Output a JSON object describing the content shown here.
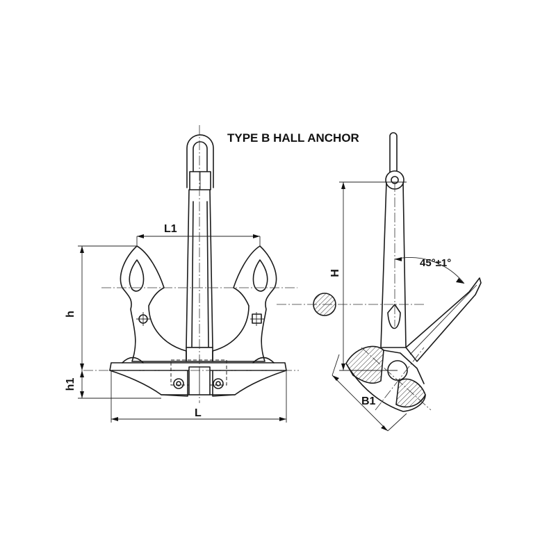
{
  "title": "TYPE B HALL ANCHOR",
  "dimensions": {
    "L": "L",
    "L1": "L1",
    "h": "h",
    "h1": "h1",
    "H": "H",
    "B1": "B1",
    "angle": "45°±1°"
  }
}
